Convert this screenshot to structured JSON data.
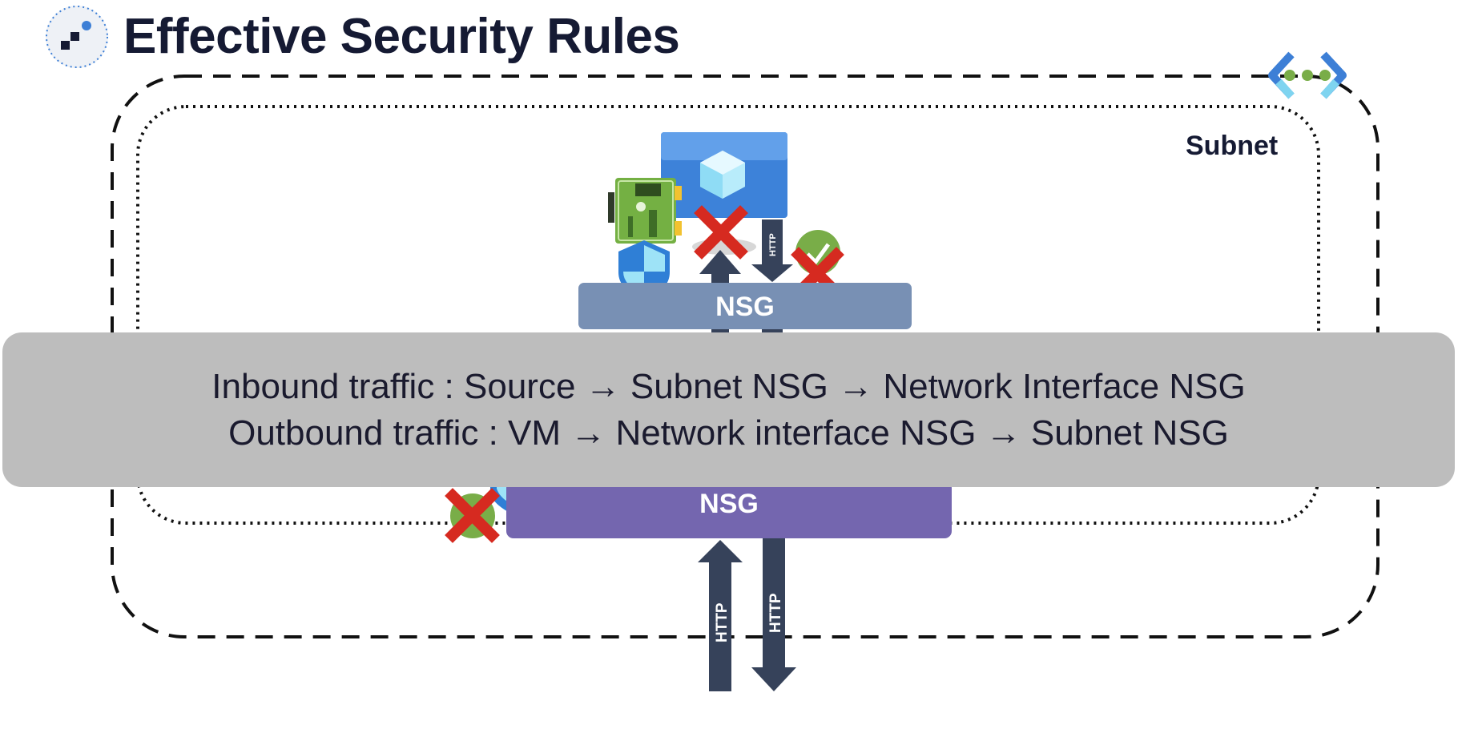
{
  "header": {
    "title": "Effective Security Rules"
  },
  "diagram": {
    "subnet_label": "Subnet",
    "vm_nsg_label": "NSG",
    "subnet_nsg_label": "NSG",
    "arrow_labels": {
      "vm_out": "HTTP",
      "subnet_in": "HTTP",
      "subnet_out": "HTTP"
    }
  },
  "caption": {
    "inbound": "Inbound traffic : Source → Subnet NSG → Network Interface NSG",
    "outbound": "Outbound traffic : VM → Network interface NSG → Subnet NSG"
  },
  "colors": {
    "title": "#151a33",
    "nsg_vm": "#7890b4",
    "nsg_subnet": "#7466af",
    "arrow": "#36425a",
    "deny": "#d62a20",
    "allow": "#79ad48",
    "caption_bg": "#bdbdbd"
  },
  "icons": [
    "logo-icon",
    "vnet-icon",
    "vm-icon",
    "nic-icon",
    "shield-icon",
    "deny-icon",
    "allow-icon"
  ]
}
